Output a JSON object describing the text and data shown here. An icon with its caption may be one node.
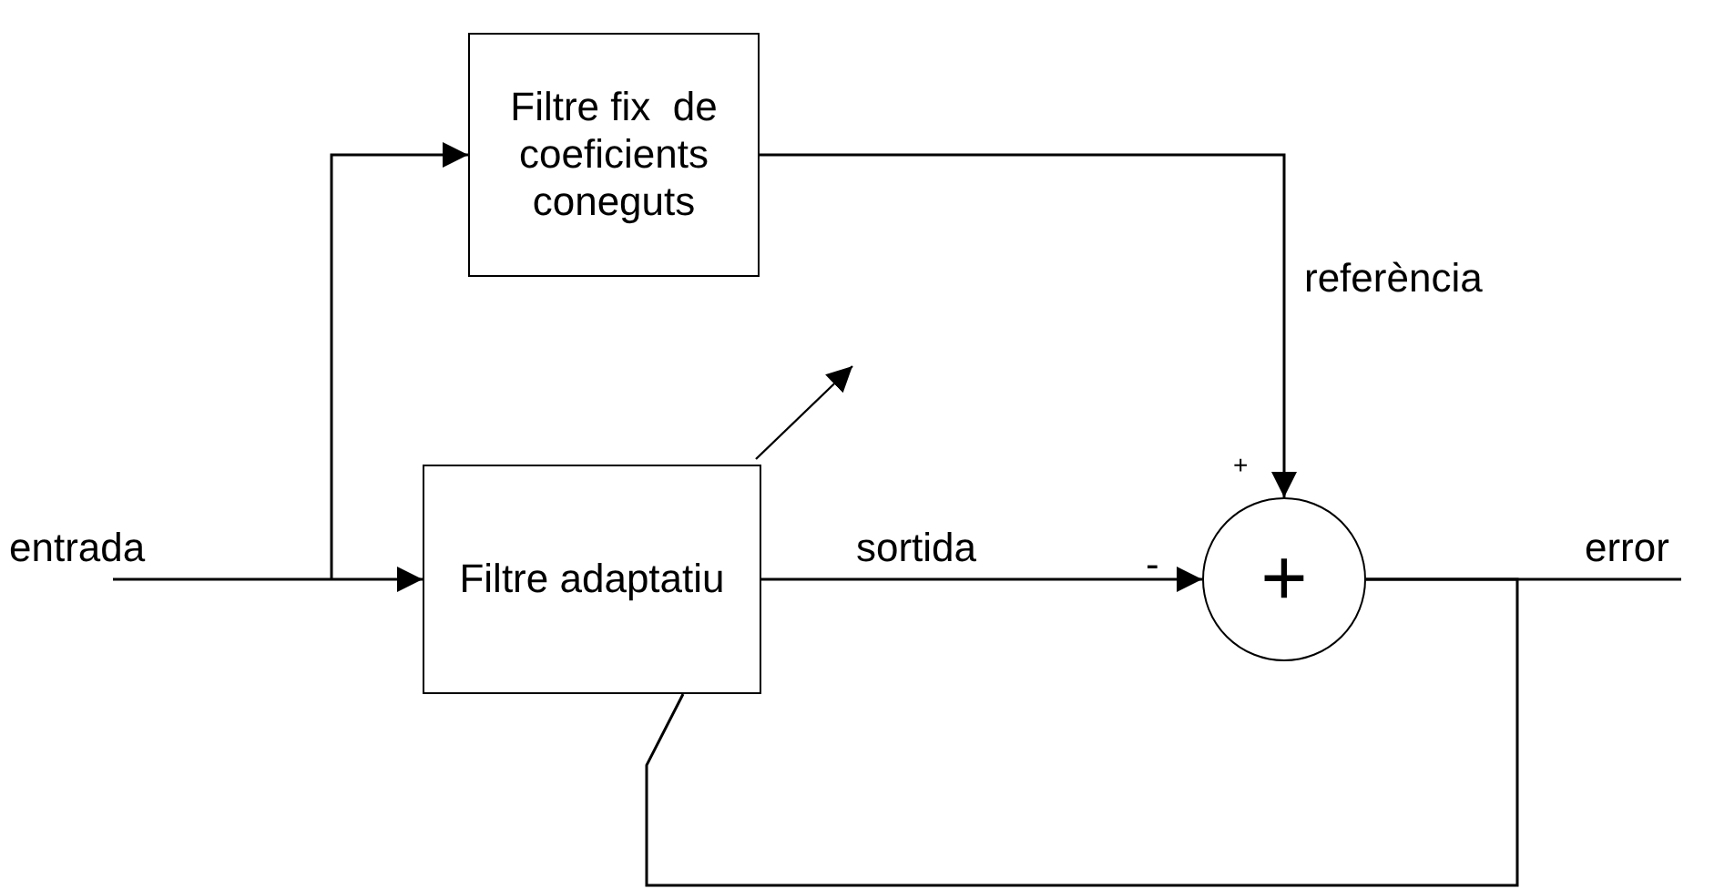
{
  "diagram": {
    "nodes": [
      {
        "text": [
          "Filtre fix  de coeficients coneguts"
        ]
      },
      {
        "text": [
          "Filtre adaptatiu"
        ]
      },
      {
        "text": [
          "+"
        ]
      }
    ],
    "edges": [
      {
        "from": null,
        "to": 1,
        "arrow": "to",
        "label": "entrada"
      },
      {
        "from": null,
        "to": 0,
        "arrow": "to"
      },
      {
        "from": 0,
        "to": 2,
        "arrow": "to",
        "label": "referència"
      },
      {
        "from": 1,
        "to": 2,
        "arrow": "to",
        "label": "sortida"
      },
      {
        "from": 2,
        "to": null,
        "arrow": "none",
        "label": "error"
      },
      {
        "from": 2,
        "to": 1,
        "arrow": "none"
      }
    ],
    "labels": [
      "+",
      "-"
    ]
  }
}
